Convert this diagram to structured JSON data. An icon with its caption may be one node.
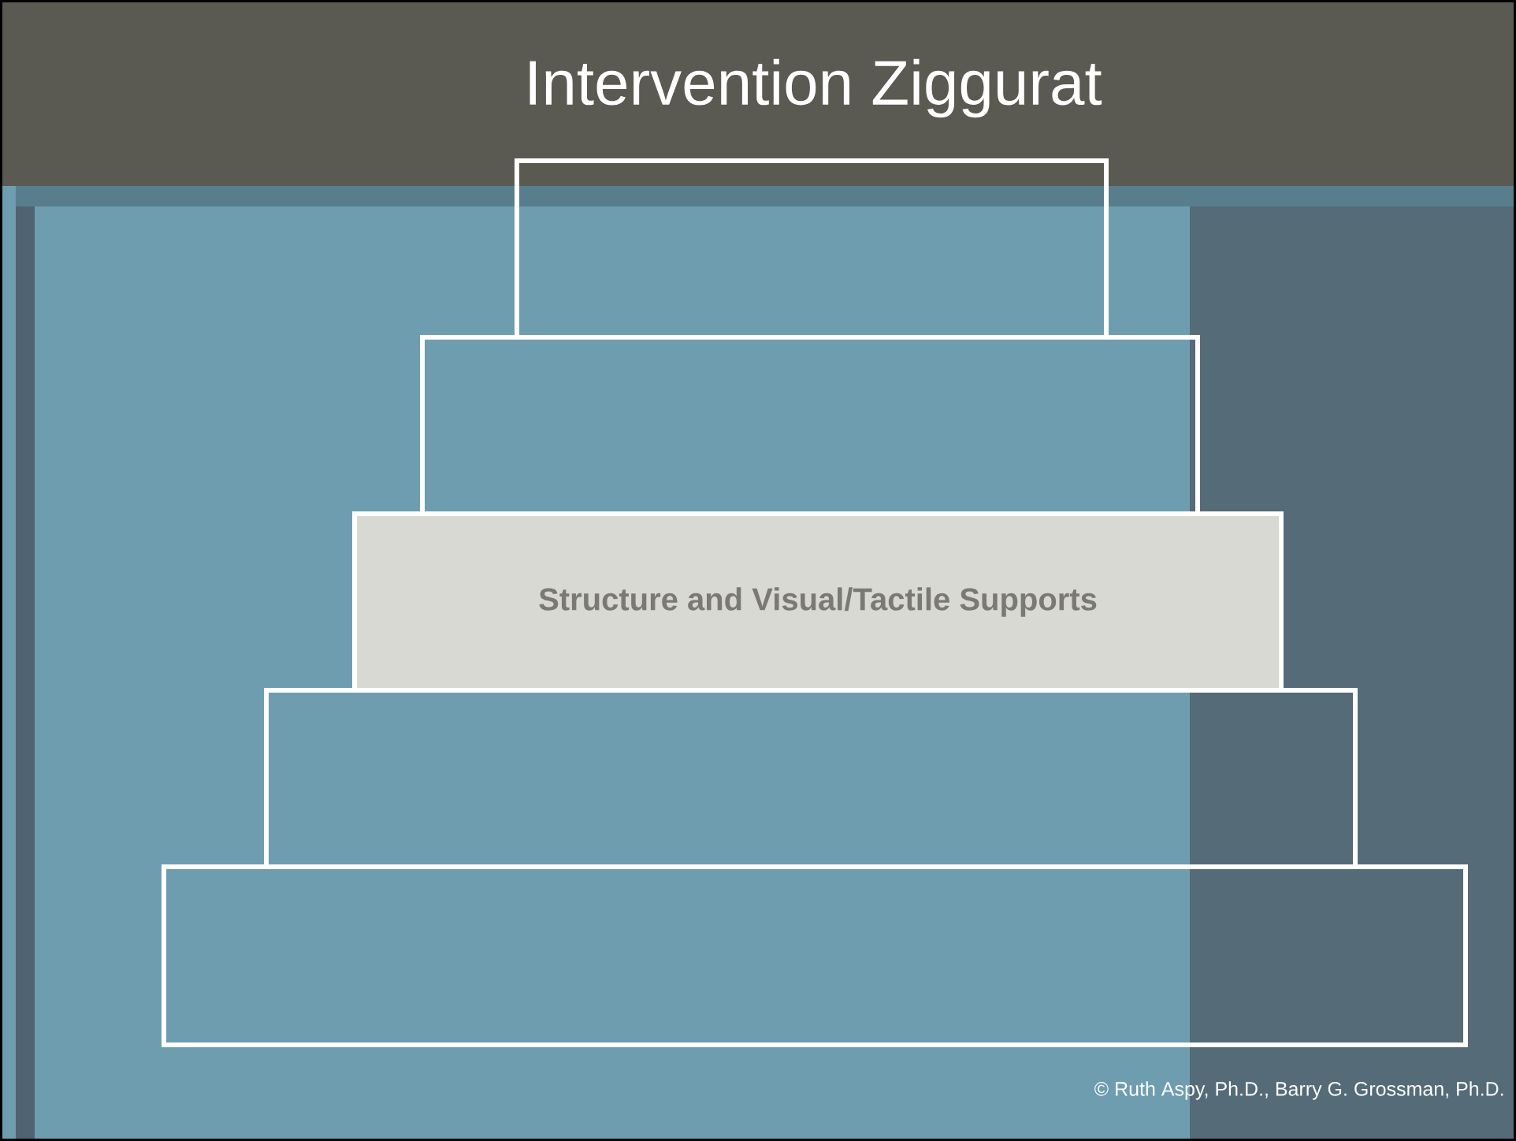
{
  "diagram": {
    "title": "Intervention Ziggurat",
    "nodes": [
      {
        "text": [],
        "shape": "box"
      },
      {
        "text": [],
        "shape": "box"
      },
      {
        "text": [
          "Structure and Visual/Tactile Supports"
        ]
      },
      {
        "text": [],
        "shape": "box"
      },
      {
        "text": [],
        "shape": "box"
      }
    ],
    "labels": [
      "© Ruth Aspy, Ph.D., Barry G. Grossman, Ph.D."
    ]
  }
}
